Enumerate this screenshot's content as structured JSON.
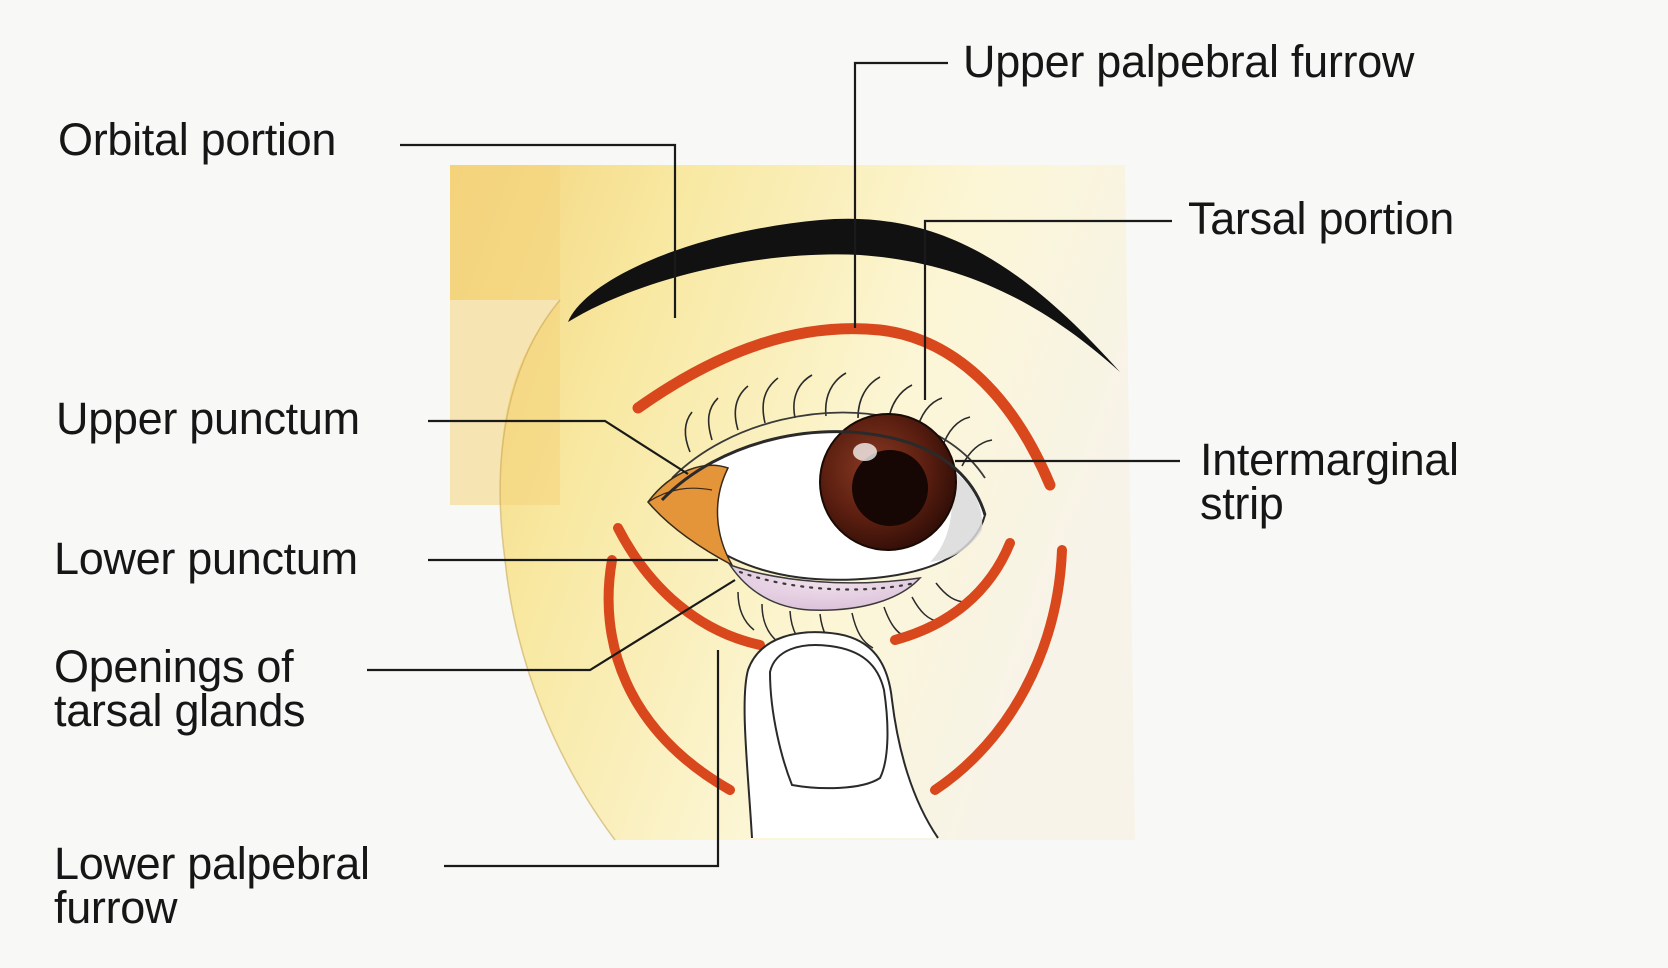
{
  "labels": {
    "orbital_portion": "Orbital portion",
    "upper_palpebral_furrow": "Upper palpebral furrow",
    "tarsal_portion": "Tarsal portion",
    "upper_punctum": "Upper punctum",
    "intermarginal_strip": [
      "Intermarginal",
      "strip"
    ],
    "lower_punctum": "Lower punctum",
    "openings_tarsal_glands": [
      "Openings of",
      "tarsal glands"
    ],
    "lower_palpebral_furrow": [
      "Lower palpebral",
      "furrow"
    ]
  },
  "colors": {
    "skin_light": "#fdf9dc",
    "skin_warm": "#f5d77c",
    "furrow_orange": "#d9481c",
    "eyebrow": "#111111",
    "iris": "#5a1e10",
    "leader_line": "#1a1a1a",
    "finger_fill": "#ffffff"
  }
}
